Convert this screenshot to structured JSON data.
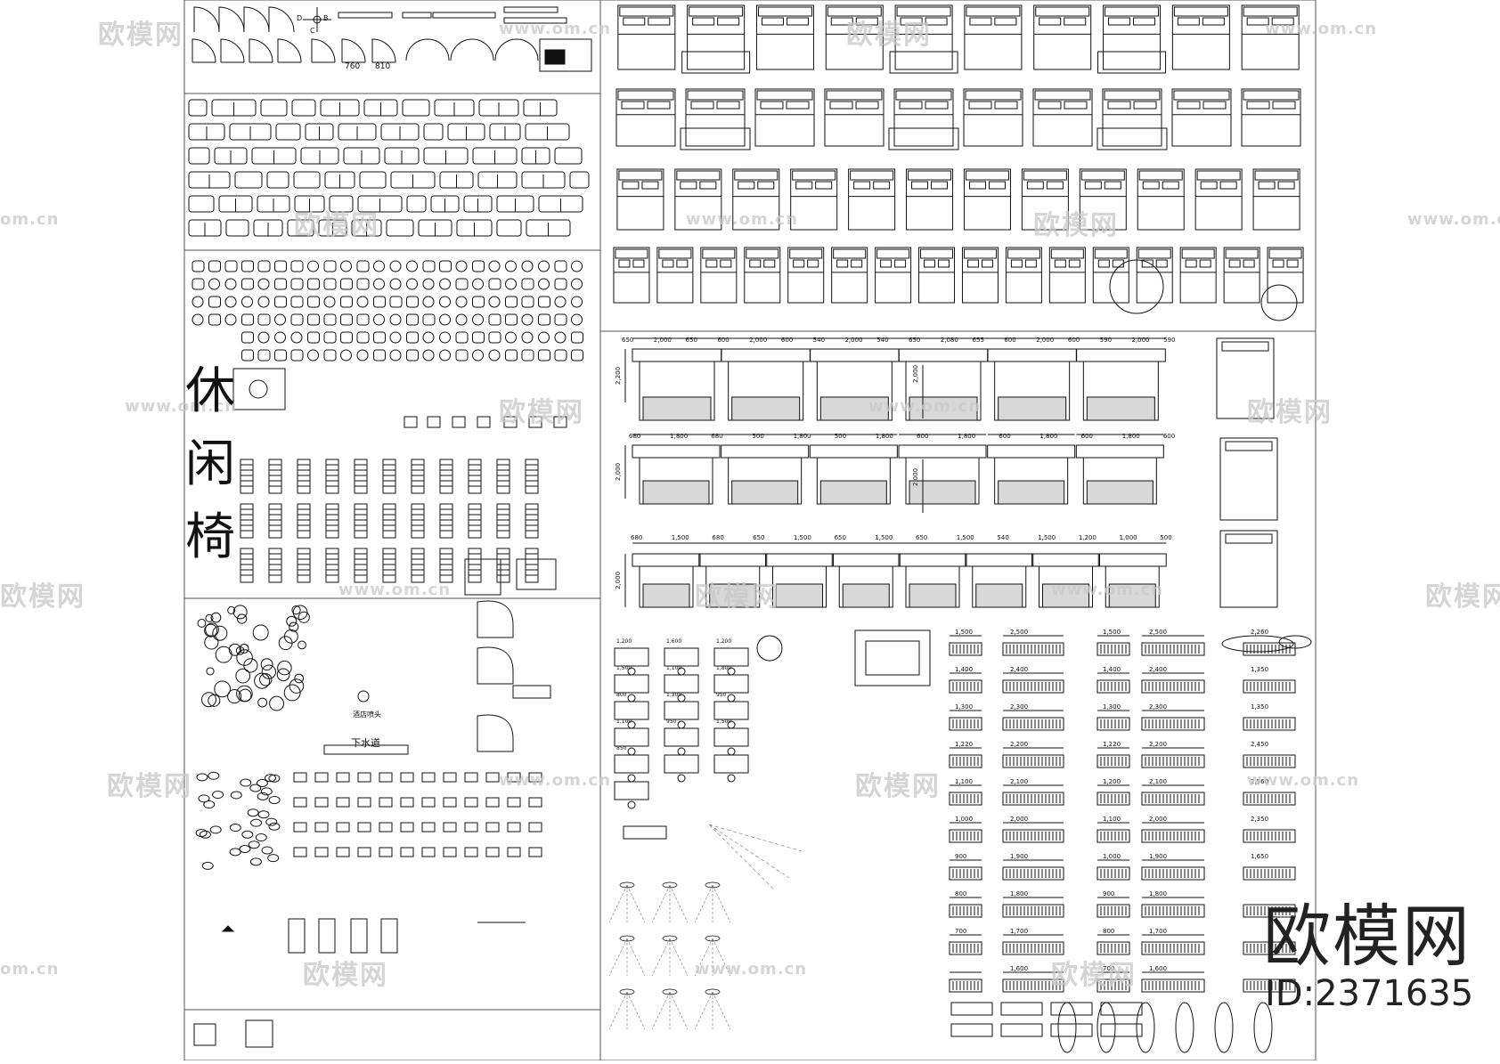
{
  "sheet": {
    "section_label_chars": [
      "休",
      "闲",
      "椅"
    ],
    "labels": {
      "drain": "下水道",
      "sprinkler": "酒店喷头",
      "door_sizes": [
        "760",
        "810"
      ],
      "compass": {
        "d": "D",
        "b": "B",
        "c": "C"
      }
    },
    "watermarks": {
      "brand": "欧模网",
      "url": "www.om.cn",
      "url_partial": "om.cn"
    },
    "brand_mark": {
      "name": "欧模网",
      "id": "ID:2371635"
    },
    "bed_dims": {
      "row1": [
        "650",
        "2,000",
        "650",
        "600",
        "2,000",
        "600",
        "540",
        "2,000",
        "540",
        "650",
        "2,080",
        "655",
        "600",
        "2,000",
        "600",
        "590",
        "2,000",
        "590"
      ],
      "row2": [
        "680",
        "1,800",
        "680",
        "500",
        "1,800",
        "500",
        "1,800",
        "600",
        "1,800",
        "600",
        "1,800",
        "600",
        "1,800",
        "600"
      ],
      "row3": [
        "680",
        "1,500",
        "680",
        "650",
        "1,500",
        "650",
        "1,500",
        "650",
        "1,500",
        "540",
        "1,500",
        "1,200",
        "1,000",
        "500"
      ],
      "vertical": [
        "2,200",
        "2,000",
        "2,000",
        "2,000",
        "2,000"
      ]
    },
    "wardrobe_dims": {
      "col1": [
        "1,500",
        "1,400",
        "1,300",
        "1,220",
        "1,100",
        "1,000",
        "900",
        "800",
        "700"
      ],
      "col2": [
        "2,500",
        "2,400",
        "2,300",
        "2,200",
        "2,100",
        "2,000",
        "1,900",
        "1,800",
        "1,700",
        "1,600"
      ],
      "col3": [
        "1,500",
        "1,400",
        "1,300",
        "1,220",
        "1,200",
        "1,100",
        "1,000",
        "900",
        "800",
        "700"
      ],
      "col4": [
        "2,500",
        "2,400",
        "2,300",
        "2,200",
        "2,100",
        "2,000",
        "1,900",
        "1,800",
        "1,700",
        "1,600"
      ],
      "col5": [
        "2,260",
        "1,350",
        "1,350",
        "2,450",
        "2,560",
        "2,350",
        "1,650"
      ]
    },
    "desk_dims": [
      "1,200",
      "1,600",
      "1,200",
      "1,500",
      "1,100",
      "1,800",
      "800",
      "1,300",
      "950",
      "1,100",
      "950",
      "1,500",
      "850"
    ]
  }
}
